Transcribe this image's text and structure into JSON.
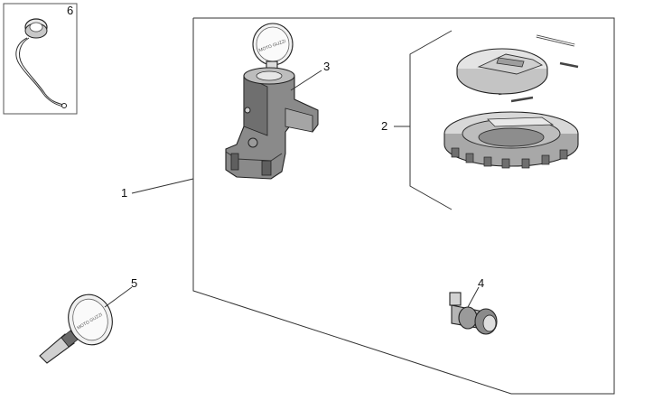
{
  "callouts": {
    "c1": "1",
    "c2": "2",
    "c3": "3",
    "c4": "4",
    "c5": "5",
    "c6": "6"
  },
  "key_logo_text": "MOTO GUZZI",
  "colors": {
    "outline": "#222222",
    "light_grey": "#e8e8e8",
    "mid_grey": "#b8b8b8",
    "dark_grey": "#7a7a7a",
    "background": "#ffffff"
  }
}
